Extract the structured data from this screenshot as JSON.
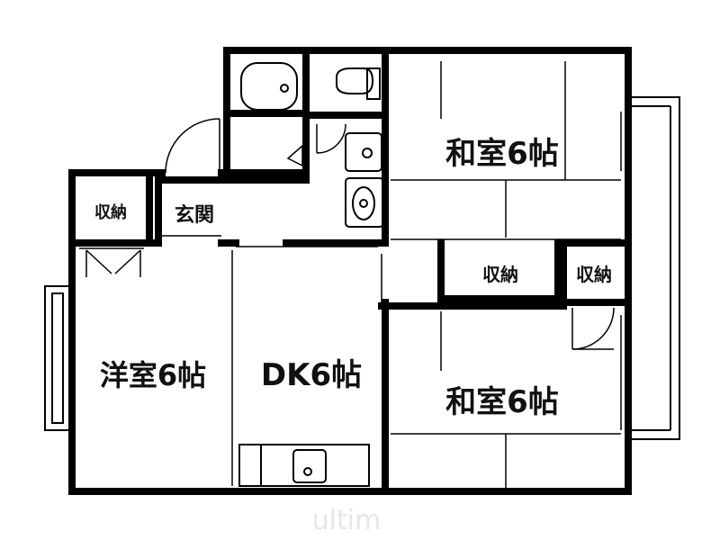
{
  "rooms": {
    "washitsu_top": "和室6帖",
    "washitsu_bottom": "和室6帖",
    "youshitsu": "洋室6帖",
    "dk": "DK6帖",
    "genkan": "玄関"
  },
  "storage": {
    "left": "収納",
    "middle": "収納",
    "right": "収納"
  },
  "watermark": "ultim"
}
